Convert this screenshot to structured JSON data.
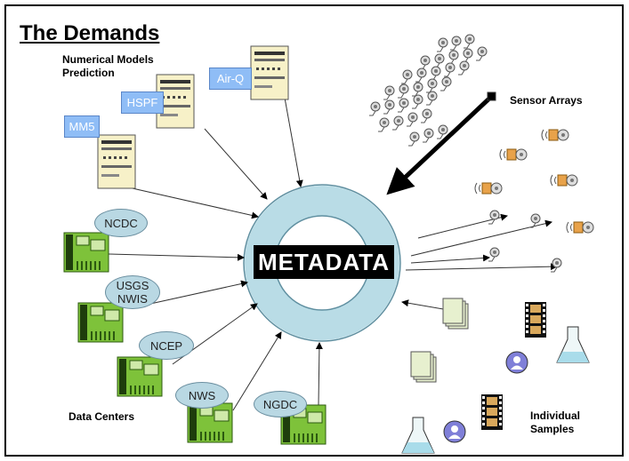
{
  "title": "The Demands",
  "center_label": "METADATA",
  "groups": {
    "numerical_models": "Numerical Models\nPrediction",
    "sensor_arrays": "Sensor Arrays",
    "data_centers": "Data Centers",
    "individual_samples": "Individual\nSamples"
  },
  "models": [
    "MM5",
    "HSPF",
    "Air-Q"
  ],
  "data_centers": [
    "NCDC",
    "USGS\nNWIS",
    "NCEP",
    "NWS",
    "NGDC"
  ],
  "colors": {
    "ring": "#b9dce6",
    "model_box": "#8fbdf6",
    "server": "#f7f1c8",
    "computer": "#7ec23a",
    "ellipse": "#b9d8e3"
  },
  "icons": [
    "server-icon",
    "computer-icon",
    "sensor-icon",
    "siren-icon",
    "document-stack-icon",
    "film-strip-icon",
    "flask-icon",
    "person-icon"
  ]
}
